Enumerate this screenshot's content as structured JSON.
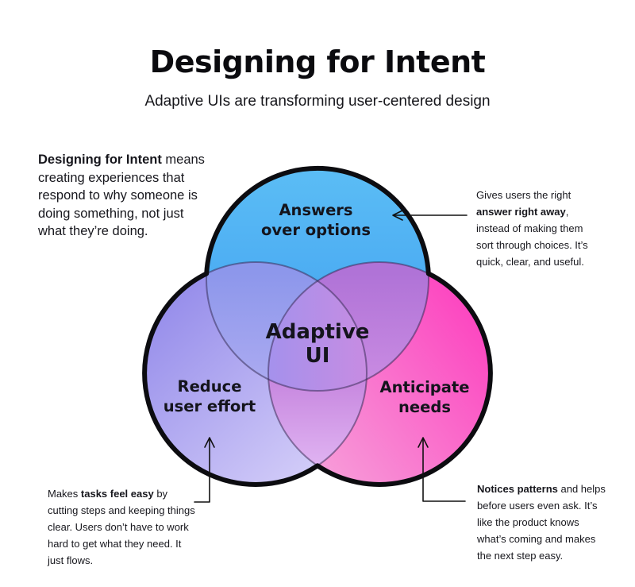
{
  "header": {
    "title": "Designing for Intent",
    "subtitle": "Adaptive UIs are transforming user-centered design"
  },
  "venn": {
    "center_label": "Adaptive\nUI",
    "circle_labels": {
      "answers": "Answers\nover options",
      "reduce": "Reduce\nuser effort",
      "anticipate": "Anticipate\nneeds"
    }
  },
  "notes": {
    "intro": {
      "pre": "",
      "bold": "Designing for Intent",
      "post": " means creating experiences that respond to why someone is doing something, not just what they’re doing."
    },
    "answers": {
      "pre": "Gives users the right ",
      "bold": "answer right away",
      "post": ", instead of making them sort through choices. It’s quick, clear, and useful."
    },
    "reduce": {
      "pre": "Makes ",
      "bold": "tasks feel easy",
      "post": " by cutting steps and keeping things clear. Users don’t have to work hard to get what they need. It just flows."
    },
    "anticipate": {
      "pre": "",
      "bold": "Notices patterns",
      "post": " and helps before users even ask. It’s like the product knows what’s coming and makes the next step easy."
    }
  },
  "colors": {
    "background": "#ffffff",
    "text": "#15151b",
    "outline": "#0c0c10",
    "arc_line": "rgba(45,35,75,0.5)",
    "connector": "#111111",
    "blue_top": "#5bbdf5",
    "blue_bottom": "#3f9ef0",
    "lavender_start": "#948bea",
    "lavender_end": "#d6d0f9",
    "pink_start": "#fc49c1",
    "pink_end": "#f79dd9",
    "overlap_blue_lavender_start": "#8d97eb",
    "overlap_blue_lavender_end": "#abaaf1",
    "overlap_blue_pink_start": "#b073d7",
    "overlap_blue_pink_end": "#c98be2",
    "overlap_lavender_pink_start": "#c787df",
    "overlap_lavender_pink_end": "#e0b4f2",
    "center_start": "#a591ec",
    "center_end": "#c78ce2"
  }
}
